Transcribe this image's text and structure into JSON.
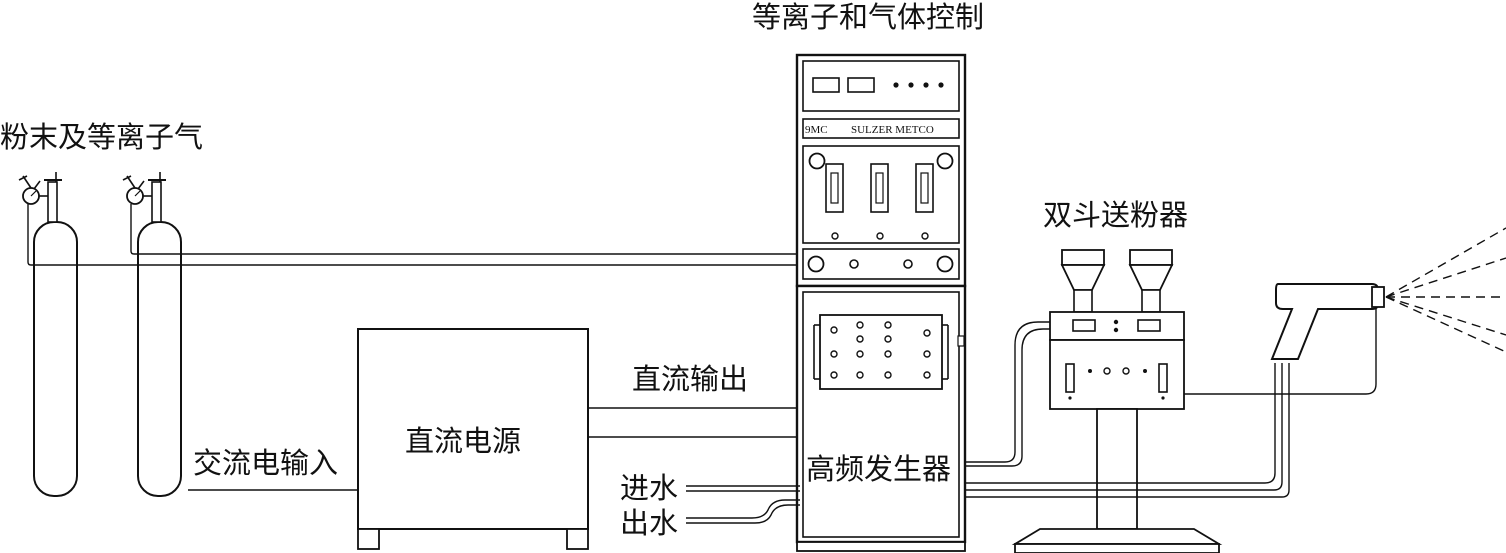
{
  "labels": {
    "gas": "粉末及等离子气",
    "control": "等离子和气体控制",
    "feeder": "双斗送粉器",
    "dc_output": "直流输出",
    "dc_supply": "直流电源",
    "ac_input": "交流电输入",
    "water_in": "进水",
    "water_out": "出水",
    "hf_generator": "高频发生器",
    "brand_model": "9MC",
    "brand_name": "SULZER METCO"
  }
}
